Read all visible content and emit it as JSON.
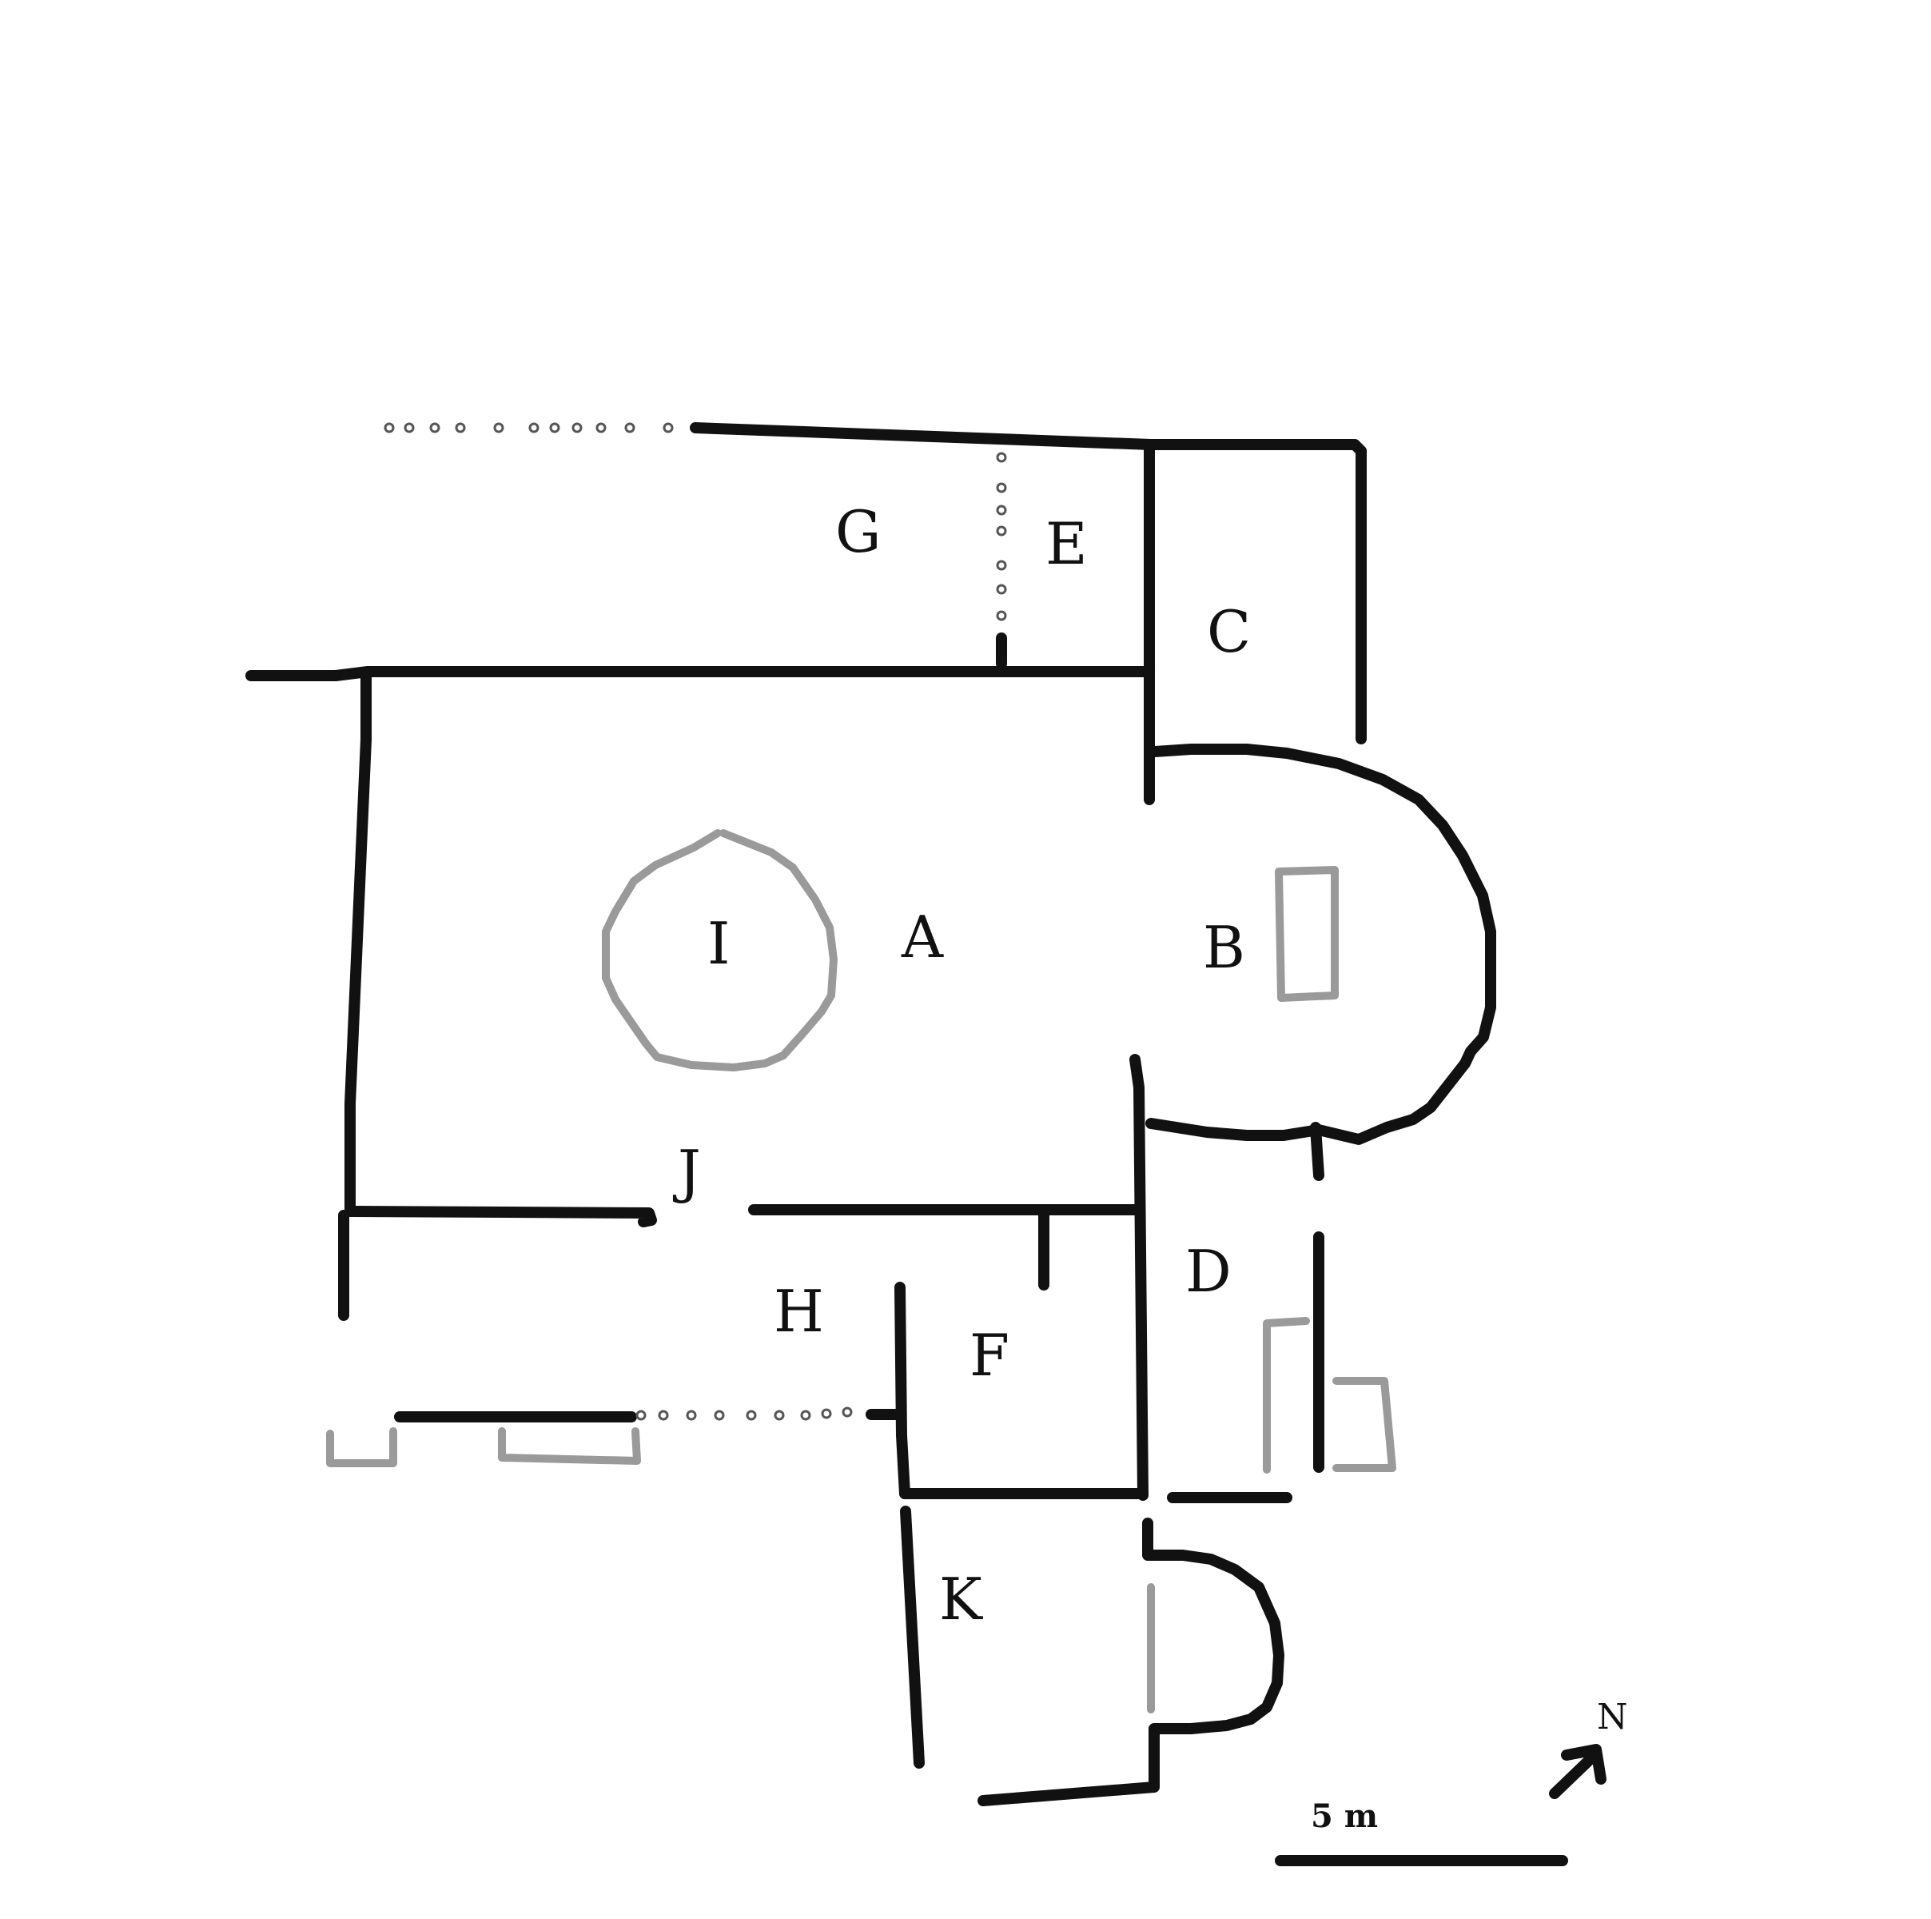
{
  "rooms": {
    "A": "A",
    "B": "B",
    "C": "C",
    "D": "D",
    "E": "E",
    "F": "F",
    "G": "G",
    "H": "H",
    "I": "I",
    "J": "J",
    "K": "K"
  },
  "north_arrow": {
    "label": "N",
    "icon": "north-arrow-icon"
  },
  "scale_bar": {
    "label": "5 m"
  },
  "colors": {
    "wall": "#111111",
    "secondary_wall": "#9a9a9a",
    "background": "#ffffff"
  }
}
